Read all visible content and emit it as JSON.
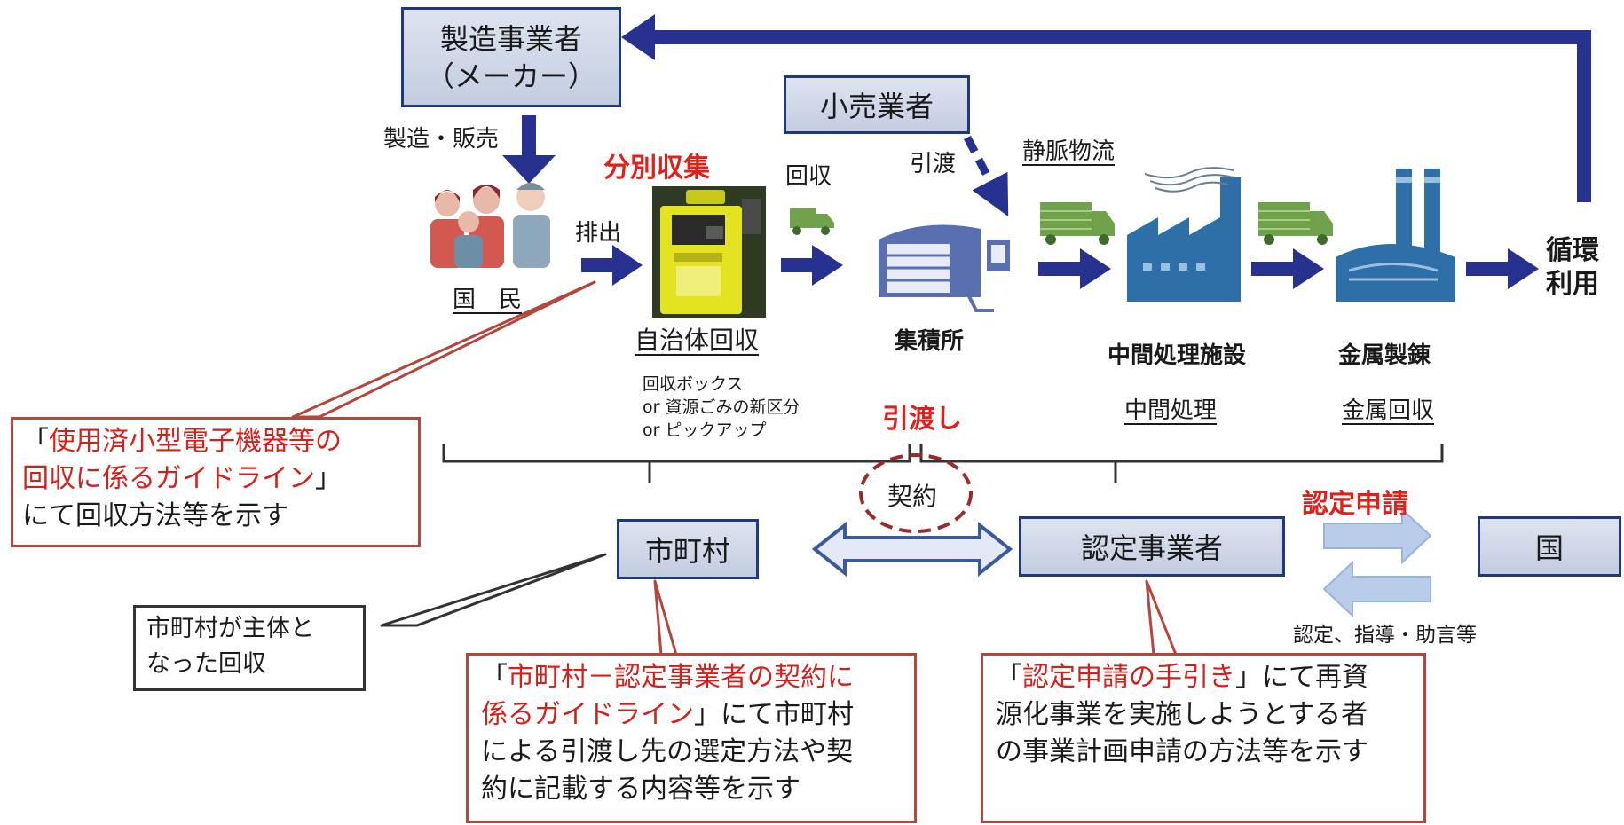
{
  "actors": {
    "maker_line1": "製造事業者",
    "maker_line2": "（メーカー）",
    "retailer": "小売業者",
    "municipality": "市町村",
    "certified_operator": "認定事業者",
    "state": "国"
  },
  "flow": {
    "manufacture_sale": "製造・販売",
    "citizens": "国　民",
    "discharge": "排出",
    "separate_collection": "分別収集",
    "municipal_collection": "自治体回収",
    "collection": "回収",
    "handover": "引渡",
    "venous_logistics": "静脈物流",
    "collection_site": "集積所",
    "intermediate_facility": "中間処理施設",
    "intermediate_processing": "中間処理",
    "metal_smelting": "金属製錬",
    "metal_recovery": "金属回収",
    "recycle_line1": "循環",
    "recycle_line2": "利用"
  },
  "methods": {
    "line1": "回収ボックス",
    "line2": "or 資源ごみの新区分",
    "line3": "or  ピックアップ"
  },
  "handover_label": "引渡し",
  "contract_label": "契約",
  "apply_label": "認定申請",
  "state_response": "認定、指導・助言等",
  "notes": {
    "guideline": {
      "open": "「",
      "hl1": "使用済小型電子機器等の",
      "hl2": "回収に係るガイドライン",
      "close": "」",
      "line3": "にて回収方法等を示す"
    },
    "municipal_lead": {
      "line1": "市町村が主体と",
      "line2": "なった回収"
    },
    "contract_guideline": {
      "open": "「",
      "hl1": "市町村－認定事業者の契約に",
      "hl2": "係るガイドライン",
      "rest2": "」にて市町村",
      "line3": "による引渡し先の選定方法や契",
      "line4": "約に記載する内容等を示す"
    },
    "apply_guide": {
      "open": "「",
      "hl1": "認定申請の手引き",
      "rest1": "」にて再資",
      "line2": "源化事業を実施しようとする者",
      "line3": "の事業計画申請の方法等を示す"
    }
  },
  "colors": {
    "arrow_blue": "#27318f",
    "box_border": "#1f3a7a",
    "highlight_red": "#e0201a",
    "note_border": "#b3473e",
    "truck_green": "#6fa24a",
    "factory_blue": "#2e6fa8"
  }
}
